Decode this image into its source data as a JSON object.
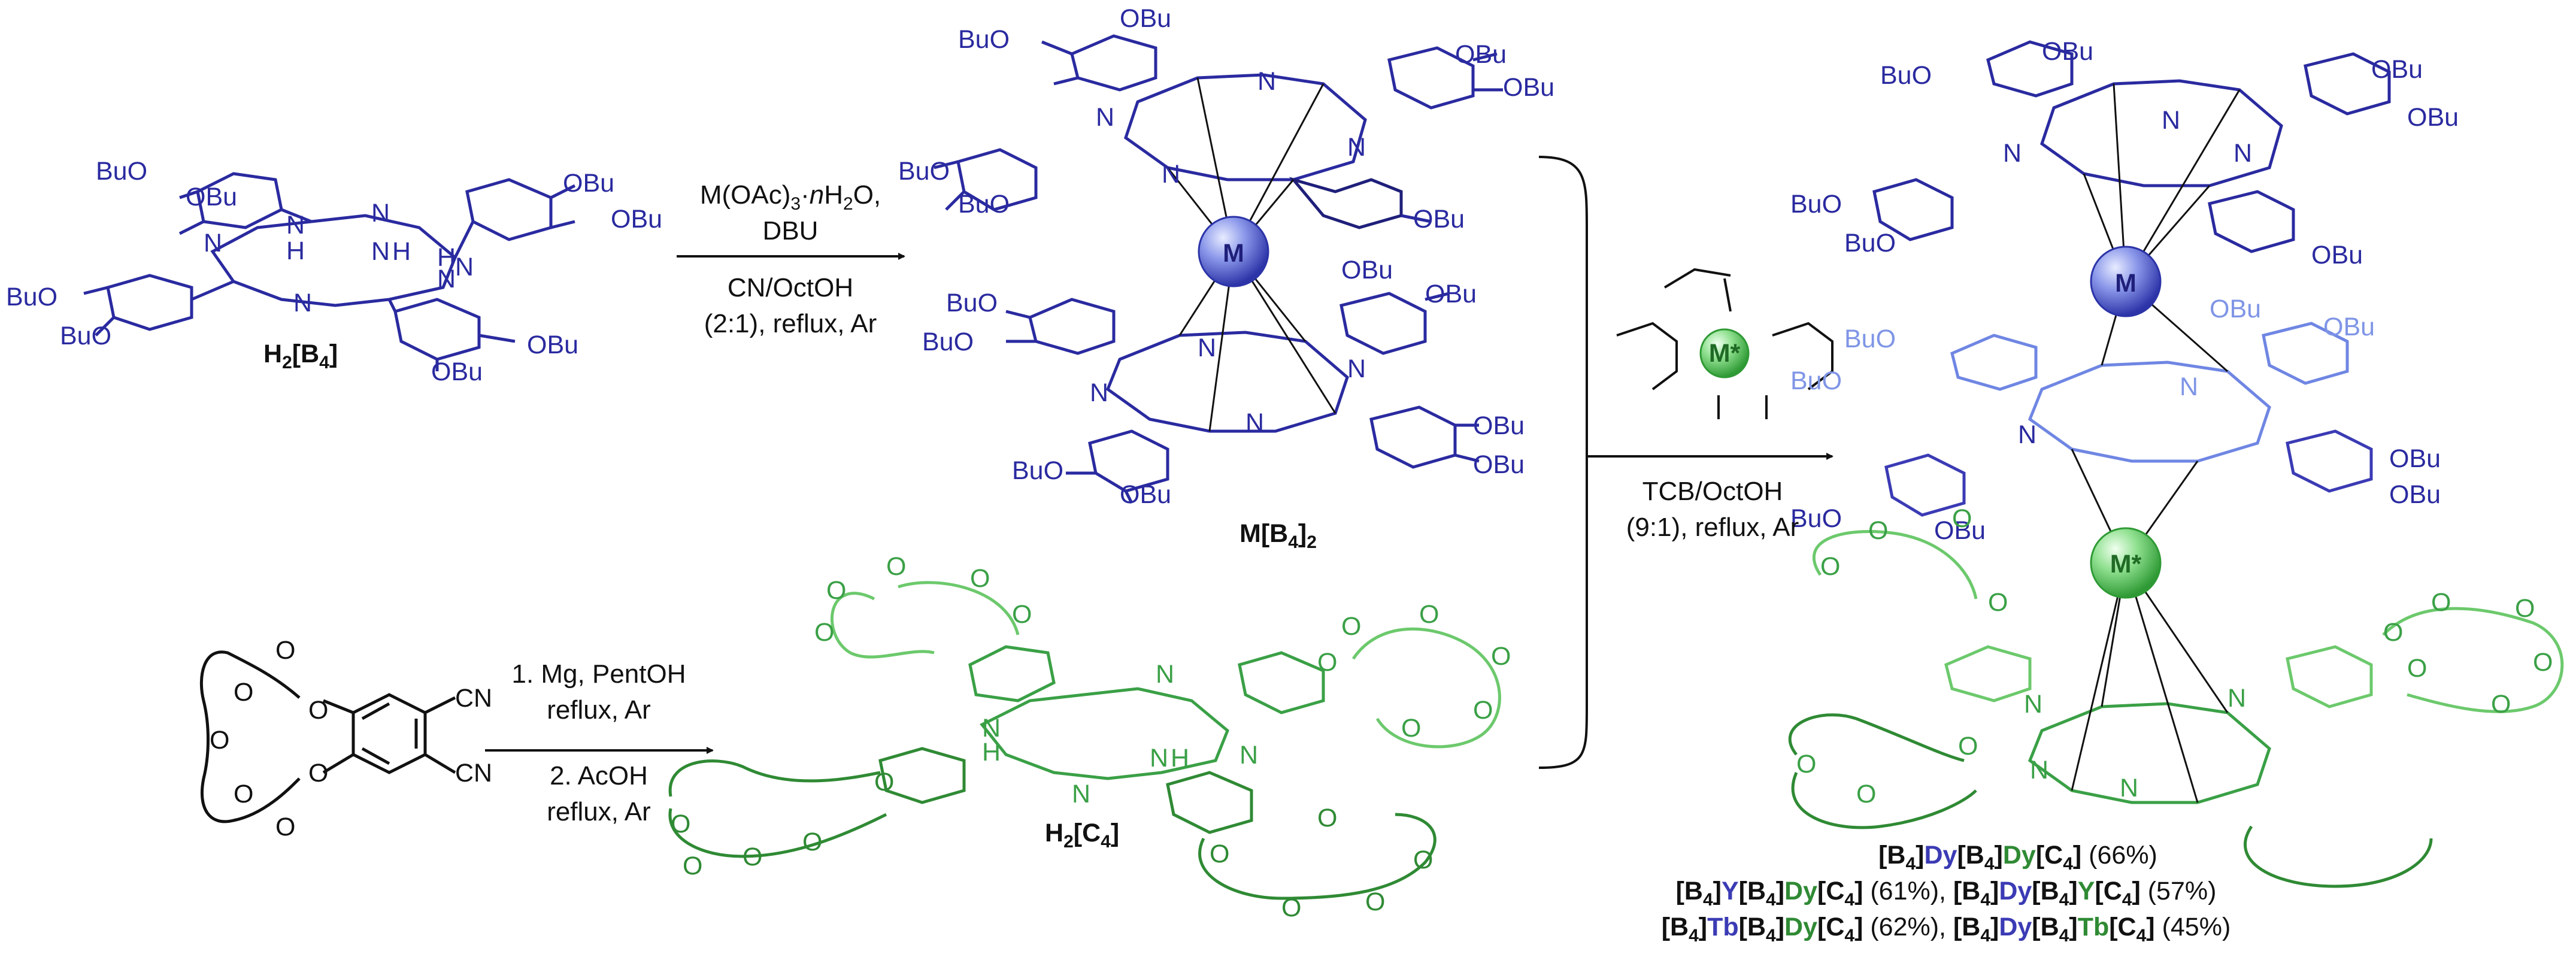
{
  "colors": {
    "blue_dark": "#2a2aa0",
    "blue_mid": "#3b3bb5",
    "blue_light": "#7f95e6",
    "green_dark": "#2f8a34",
    "green_light": "#6cc96c",
    "black": "#111111"
  },
  "substituents": {
    "obu": "OBu",
    "buo": "BuO",
    "n": "N",
    "h": "H",
    "o": "O",
    "cn": "CN"
  },
  "compounds": {
    "h2b4": {
      "prefix": "H",
      "sub2": "2",
      "bracket_open": "[B",
      "sub4": "4",
      "bracket_close": "]"
    },
    "mb42": {
      "prefix": "M[B",
      "sub4": "4",
      "bracket_close": "]",
      "sub2": "2"
    },
    "h2c4": {
      "prefix": "H",
      "sub2": "2",
      "bracket_open": "[C",
      "sub4": "4",
      "bracket_close": "]"
    }
  },
  "atoms": {
    "m": "M",
    "m_star": "M*"
  },
  "conditions": {
    "step1": [
      "M(OAc)",
      "·",
      "n",
      "H",
      "O,",
      "DBU"
    ],
    "step1_line1_parts": {
      "a": "M(OAc)",
      "sub3": "3",
      "dot": "·",
      "n": "n",
      "b": "H",
      "sub2": "2",
      "c": "O,"
    },
    "step1_line2": "DBU",
    "step1_below_1": "CN/OctOH",
    "step1_below_2": "(2:1), reflux, Ar",
    "step2_above_1": "1. Mg, PentOH",
    "step2_above_2": "reflux, Ar",
    "step2_below_1": "2. AcOH",
    "step2_below_2": "reflux, Ar",
    "step3_below_1": "TCB/OctOH",
    "step3_below_2": "(9:1), reflux, Ar"
  },
  "products": [
    {
      "parts": [
        [
          "[B",
          "k"
        ],
        [
          "4",
          "ksub"
        ],
        [
          "]",
          "k"
        ],
        [
          "Dy",
          "b"
        ],
        [
          "[B",
          "k"
        ],
        [
          "4",
          "ksub"
        ],
        [
          "]",
          "k"
        ],
        [
          "Dy",
          "g"
        ],
        [
          "[C",
          "k"
        ],
        [
          "4",
          "ksub"
        ],
        [
          "]",
          "k"
        ],
        [
          " (66%)",
          "plain"
        ]
      ]
    },
    {
      "parts": [
        [
          "[B",
          "k"
        ],
        [
          "4",
          "ksub"
        ],
        [
          "]",
          "k"
        ],
        [
          "Y",
          "b"
        ],
        [
          "[B",
          "k"
        ],
        [
          "4",
          "ksub"
        ],
        [
          "]",
          "k"
        ],
        [
          "Dy",
          "g"
        ],
        [
          "[C",
          "k"
        ],
        [
          "4",
          "ksub"
        ],
        [
          "]",
          "k"
        ],
        [
          " (61%), ",
          "plain"
        ],
        [
          "[B",
          "k"
        ],
        [
          "4",
          "ksub"
        ],
        [
          "]",
          "k"
        ],
        [
          "Dy",
          "b"
        ],
        [
          "[B",
          "k"
        ],
        [
          "4",
          "ksub"
        ],
        [
          "]",
          "k"
        ],
        [
          "Y",
          "g"
        ],
        [
          "[C",
          "k"
        ],
        [
          "4",
          "ksub"
        ],
        [
          "]",
          "k"
        ],
        [
          " (57%)",
          "plain"
        ]
      ]
    },
    {
      "parts": [
        [
          "[B",
          "k"
        ],
        [
          "4",
          "ksub"
        ],
        [
          "]",
          "k"
        ],
        [
          "Tb",
          "b"
        ],
        [
          "[B",
          "k"
        ],
        [
          "4",
          "ksub"
        ],
        [
          "]",
          "k"
        ],
        [
          "Dy",
          "g"
        ],
        [
          "[C",
          "k"
        ],
        [
          "4",
          "ksub"
        ],
        [
          "]",
          "k"
        ],
        [
          " (62%), ",
          "plain"
        ],
        [
          "[B",
          "k"
        ],
        [
          "4",
          "ksub"
        ],
        [
          "]",
          "k"
        ],
        [
          "Dy",
          "b"
        ],
        [
          "[B",
          "k"
        ],
        [
          "4",
          "ksub"
        ],
        [
          "]",
          "k"
        ],
        [
          "Tb",
          "g"
        ],
        [
          "[C",
          "k"
        ],
        [
          "4",
          "ksub"
        ],
        [
          "]",
          "k"
        ],
        [
          " (45%)",
          "plain"
        ]
      ]
    }
  ]
}
